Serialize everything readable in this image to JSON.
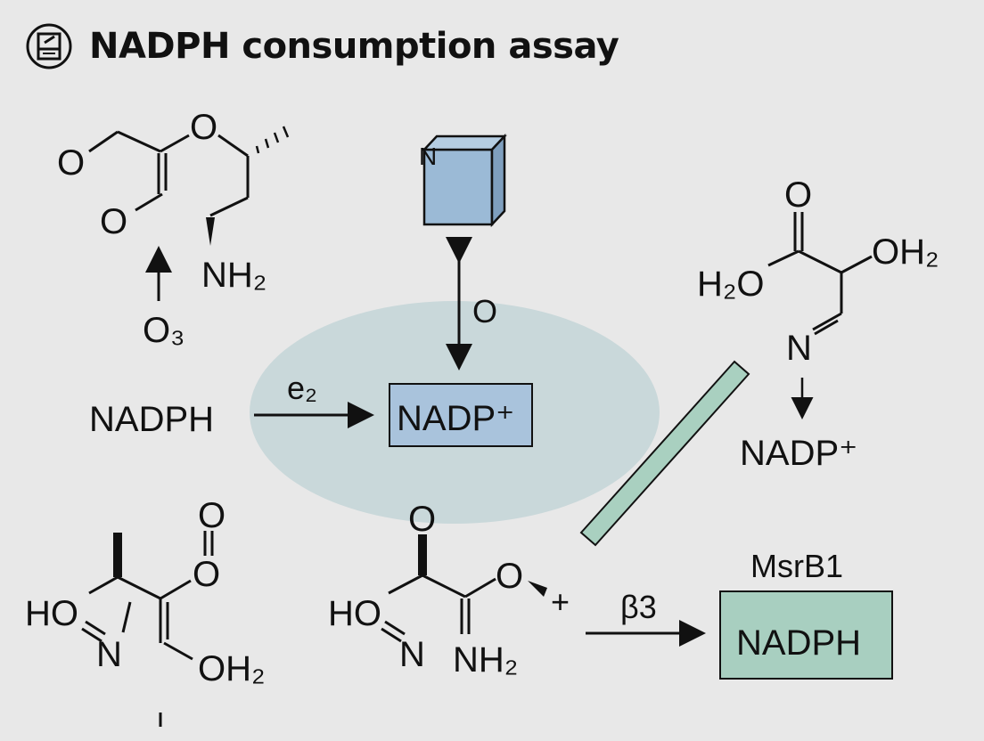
{
  "title": "NADPH consumption assay",
  "colors": {
    "background": "#e8e8e8",
    "ellipse": "#c9d8da",
    "nadp_box": "#a9c3dc",
    "cube": "#9bbad6",
    "msrb1_box": "#a8cfc0",
    "diagonal_bar": "#a9d0c0"
  },
  "center": {
    "nadph_left": "NADPH",
    "e2_label": "e₂",
    "nadp_box": "NADP⁺",
    "cube_letter": "N",
    "o_label": "O"
  },
  "top_left": {
    "o_left": "O",
    "o_top": "O",
    "o_bottom": "O",
    "nh2": "NH₂",
    "o3": "O₃"
  },
  "right": {
    "o_top": "O",
    "oh2": "OH₂",
    "h2o": "H₂O",
    "n": "N",
    "nadp": "NADP⁺"
  },
  "bottom_left": {
    "o_top": "O",
    "o_mid": "O",
    "ho": "HO",
    "n": "N",
    "oh2": "OH₂"
  },
  "bottom_center": {
    "o_top": "O",
    "ho": "HO",
    "n": "N",
    "nh2": "NH₂",
    "o_right": "O",
    "plus": "+"
  },
  "bottom_right": {
    "beta3": "β3",
    "msrb1": "MsrB1",
    "box": "NADPH"
  }
}
